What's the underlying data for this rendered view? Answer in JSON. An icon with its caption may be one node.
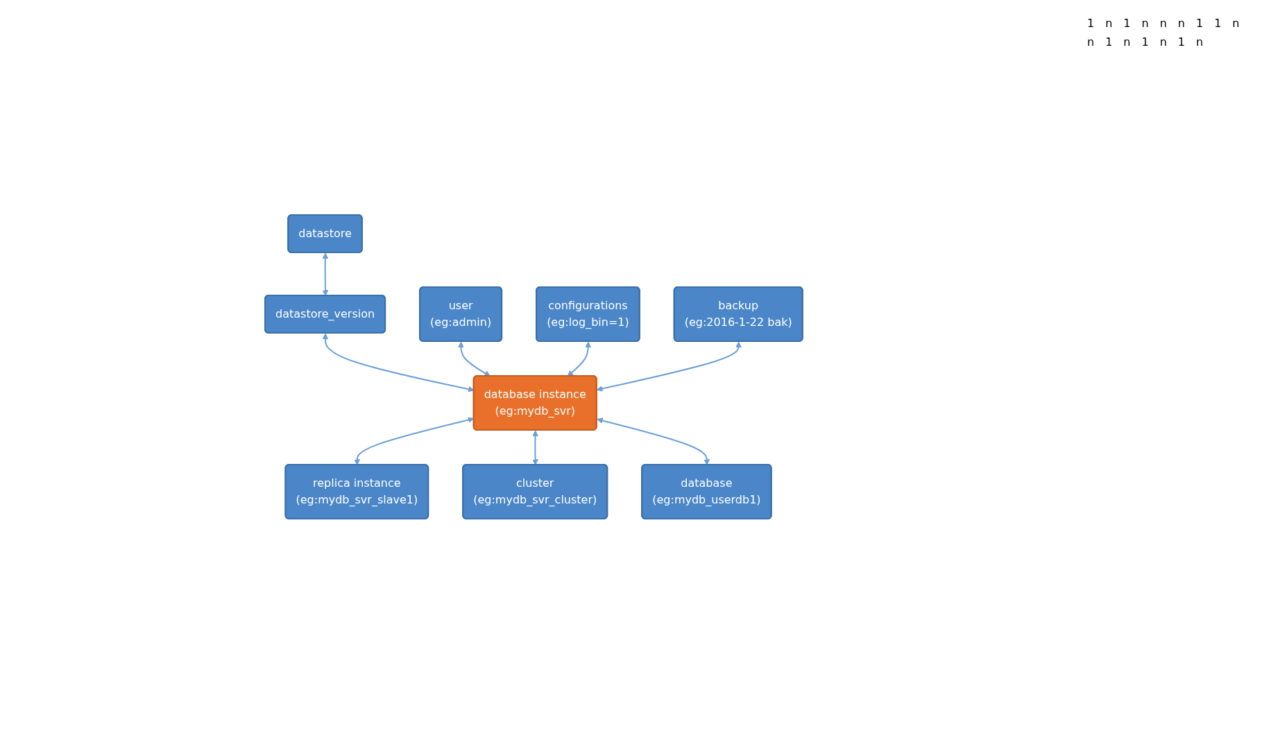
{
  "diagram": {
    "nodes": [
      {
        "text": [
          "datastore"
        ]
      },
      {
        "text": [
          "datastore_version"
        ]
      },
      {
        "text": [
          "user",
          "(eg:admin)"
        ]
      },
      {
        "text": [
          "database instance",
          "(eg:mydb_svr)"
        ]
      },
      {
        "text": [
          "replica instance",
          "(eg:mydb_svr_slave1)"
        ]
      },
      {
        "text": [
          "configurations",
          "(eg:log_bin=1)"
        ]
      },
      {
        "text": [
          "cluster",
          "(eg:mydb_svr_cluster)"
        ]
      },
      {
        "text": [
          "backup",
          "(eg:2016-1-22 bak)"
        ]
      },
      {
        "text": [
          "database",
          "(eg:mydb_userdb1)"
        ]
      }
    ],
    "edges": [
      {
        "from": 0,
        "to": 1,
        "arrow": "both"
      },
      {
        "from": 1,
        "to": 3,
        "arrow": "both"
      },
      {
        "from": 2,
        "to": 3,
        "arrow": "both"
      },
      {
        "from": 5,
        "to": 3,
        "arrow": "both"
      },
      {
        "from": 7,
        "to": 3,
        "arrow": "both"
      },
      {
        "from": 3,
        "to": 4,
        "arrow": "both"
      },
      {
        "from": 3,
        "to": 6,
        "arrow": "both"
      },
      {
        "from": 3,
        "to": 8,
        "arrow": "both"
      }
    ],
    "labels": [
      "1",
      "n",
      "1",
      "n",
      "n",
      "n",
      "1",
      "1",
      "n",
      "n",
      "1",
      "n",
      "1",
      "n",
      "1",
      "n"
    ]
  }
}
